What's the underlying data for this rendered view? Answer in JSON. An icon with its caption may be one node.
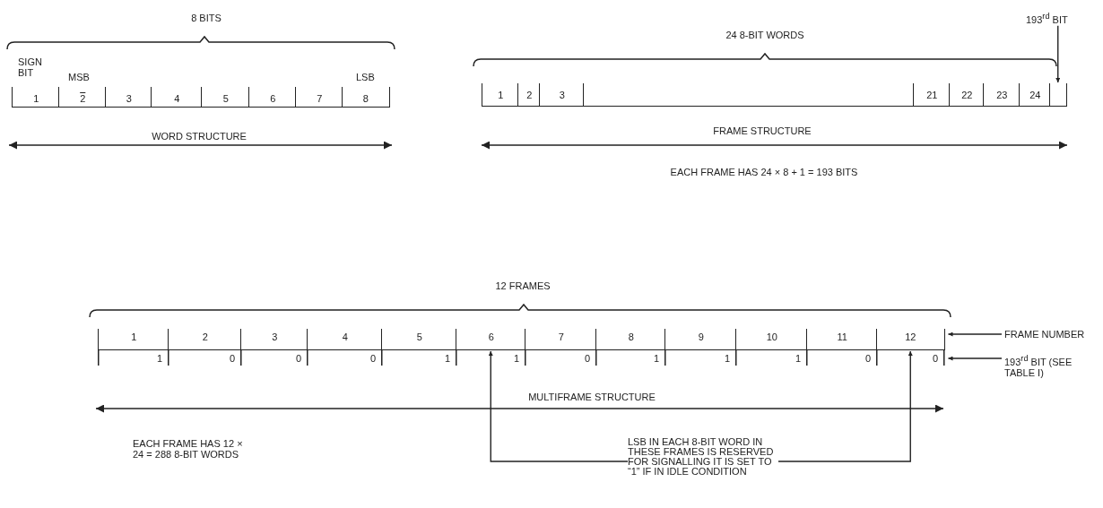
{
  "diagram": {
    "nodes": [
      {
        "text": [
          "1"
        ],
        "beside": [
          "SIGN BIT"
        ]
      },
      {
        "text": [
          "2"
        ],
        "beside": [
          "MSB"
        ]
      },
      {
        "text": [
          "3"
        ]
      },
      {
        "text": [
          "4"
        ]
      },
      {
        "text": [
          "5"
        ]
      },
      {
        "text": [
          "6"
        ]
      },
      {
        "text": [
          "7"
        ]
      },
      {
        "text": [
          "8"
        ],
        "beside": [
          "LSB"
        ]
      },
      {
        "text": [
          "1"
        ]
      },
      {
        "text": [
          "2"
        ]
      },
      {
        "text": [
          "3"
        ]
      },
      {
        "text": [],
        "shape": "box"
      },
      {
        "text": [
          "21"
        ]
      },
      {
        "text": [
          "22"
        ]
      },
      {
        "text": [
          "23"
        ]
      },
      {
        "text": [
          "24"
        ]
      },
      {
        "text": [],
        "shape": "box"
      },
      {
        "text": [
          "193$^{rd}$ BIT"
        ]
      },
      {
        "text": [
          "1"
        ],
        "beside": [
          "1"
        ]
      },
      {
        "text": [
          "2"
        ],
        "beside": [
          "0"
        ]
      },
      {
        "text": [
          "3"
        ],
        "beside": [
          "0"
        ]
      },
      {
        "text": [
          "4"
        ],
        "beside": [
          "0"
        ]
      },
      {
        "text": [
          "5"
        ],
        "beside": [
          "1"
        ]
      },
      {
        "text": [
          "6"
        ],
        "beside": [
          "1"
        ]
      },
      {
        "text": [
          "7"
        ],
        "beside": [
          "0"
        ]
      },
      {
        "text": [
          "8"
        ],
        "beside": [
          "1"
        ]
      },
      {
        "text": [
          "9"
        ],
        "beside": [
          "1"
        ]
      },
      {
        "text": [
          "10"
        ],
        "beside": [
          "1"
        ]
      },
      {
        "text": [
          "11"
        ],
        "beside": [
          "0"
        ]
      },
      {
        "text": [
          "12"
        ],
        "beside": [
          "0"
        ]
      },
      {
        "text": [
          "FRAME NUMBER"
        ]
      },
      {
        "text": [
          "193$^{rd}$ BIT (SEE TABLE I)"
        ]
      },
      {
        "text": [
          "LSB IN EACH 8-BIT WORD IN THESE FRAMES IS RESERVED FOR SIGNALLING IT IS SET TO “1” IF IN IDLE CONDITION"
        ]
      }
    ],
    "edges": [
      {
        "from": 17,
        "to": 16,
        "arrow": "to"
      },
      {
        "from": 30,
        "to": 29,
        "arrow": "to"
      },
      {
        "from": 31,
        "to": 29,
        "arrow": "to"
      },
      {
        "from": 32,
        "to": 23,
        "arrow": "to"
      },
      {
        "from": 32,
        "to": 29,
        "arrow": "to"
      }
    ],
    "labels": [
      "8 BITS",
      "WORD STRUCTURE",
      "24 8-BIT WORDS",
      "FRAME STRUCTURE",
      "EACH FRAME HAS 24 × 8 + 1 = 193 BITS",
      "12 FRAMES",
      "MULTIFRAME STRUCTURE",
      "EACH FRAME HAS 12 × 24 = 288 8-BIT WORDS"
    ]
  }
}
